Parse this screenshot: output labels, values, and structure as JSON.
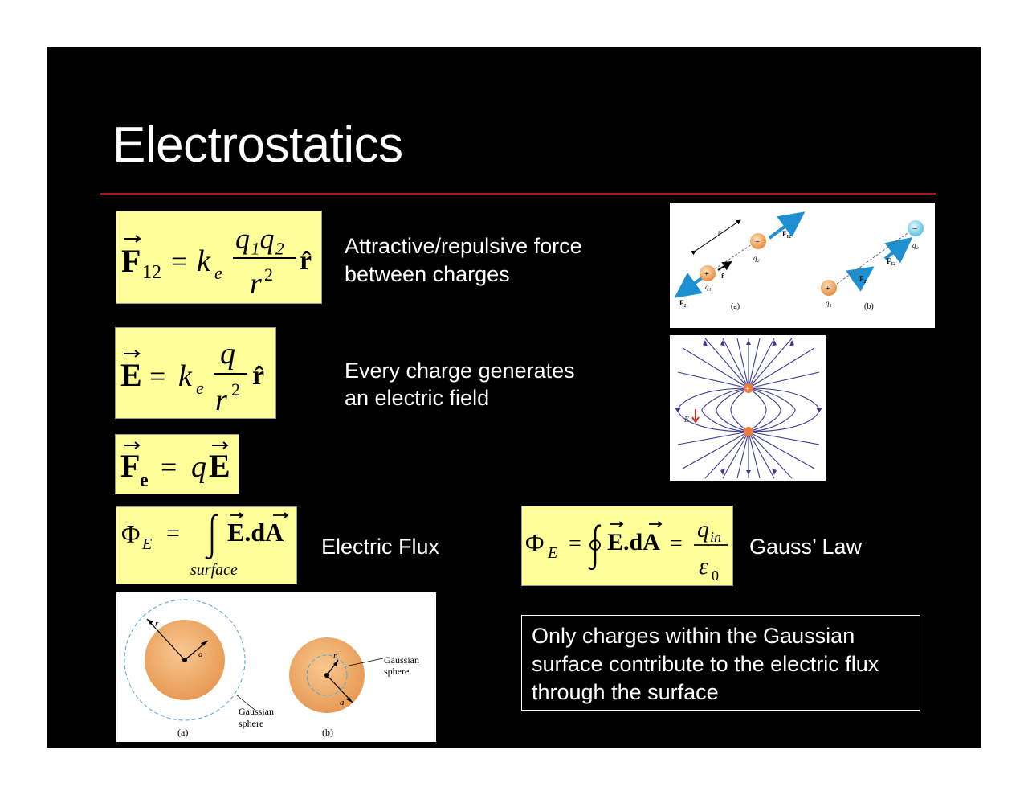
{
  "slide": {
    "title": "Electrostatics",
    "descriptions": {
      "force_line1": "Attractive/repulsive force",
      "force_line2": "between charges",
      "field_line1": "Every charge generates",
      "field_line2": "an electric field",
      "flux": "Electric Flux",
      "gauss": "Gauss’ Law"
    },
    "note": {
      "line1": "Only charges within the Gaussian",
      "line2": "surface contribute to the electric flux",
      "line3": "through the surface"
    }
  },
  "equations": {
    "coulomb": {
      "lhs": "F",
      "lhs_sub": "12",
      "eq": "=",
      "k": "k",
      "k_sub": "e",
      "num": "q₁q₂",
      "den": "r",
      "den_sup": "2",
      "unit": "r̂"
    },
    "field": {
      "lhs": "E",
      "eq": "=",
      "k": "k",
      "k_sub": "e",
      "num": "q",
      "den": "r",
      "den_sup": "2",
      "unit": "r̂"
    },
    "force_field": {
      "lhs": "F",
      "lhs_sub": "e",
      "eq": "=",
      "rhs_q": "q",
      "rhs_E": "E"
    },
    "flux": {
      "phi": "Φ",
      "phi_sub": "E",
      "eq": "=",
      "integrand": "E.dA",
      "limit": "surface"
    },
    "gauss": {
      "phi": "Φ",
      "phi_sub": "E",
      "eq1": "=",
      "integrand": "E.dA",
      "eq2": "=",
      "num": "q",
      "num_sub": "in",
      "den": "ε",
      "den_sub": "0"
    }
  },
  "figures": {
    "charges": {
      "label_a": "(a)",
      "label_b": "(b)",
      "r": "r",
      "q1": "q₁",
      "q2": "q₂",
      "F12": "F₁₂",
      "F21": "F₂₁",
      "rhat": "r̂",
      "plus": "+",
      "minus": "−"
    },
    "dipole": {
      "E_label": "E",
      "plus": "+",
      "minus": "−"
    },
    "gaussian": {
      "label_a": "(a)",
      "label_b": "(b)",
      "r": "r",
      "a": "a",
      "gaussian_line1": "Gaussian",
      "gaussian_line2": "sphere"
    }
  },
  "colors": {
    "slide_bg": "#000000",
    "equation_bg": "#ffff99",
    "title_rule": "#b0151b",
    "text": "#ffffff",
    "arrow_blue": "#1e8fd0",
    "charge_orange": "#f0a868",
    "field_line": "#3a3a96"
  }
}
